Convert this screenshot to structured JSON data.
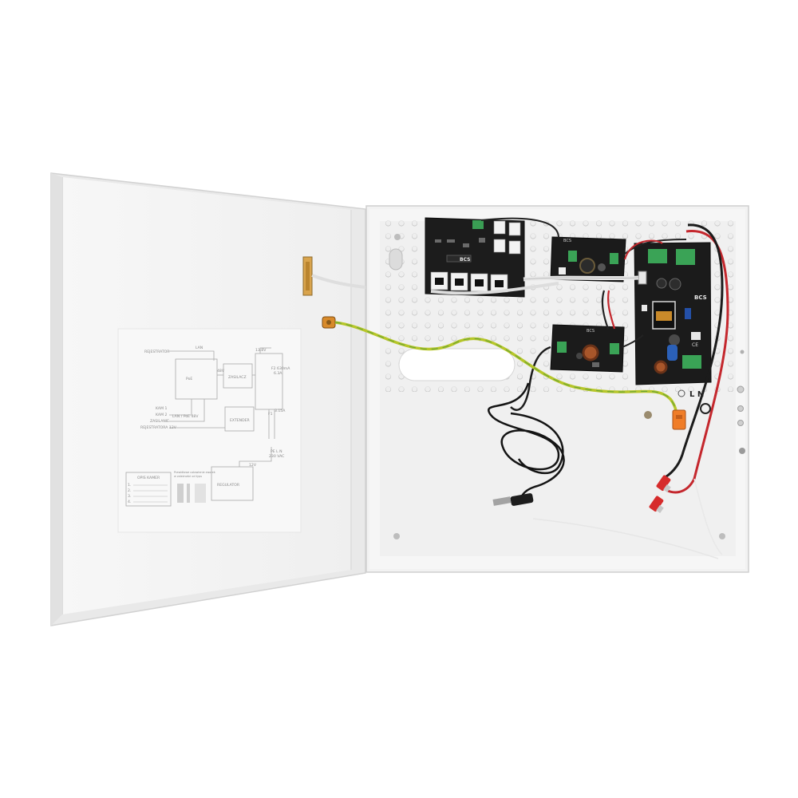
{
  "door_diagram": {
    "labels": {
      "recorder_top": "REJESTRATOR",
      "lan": "LAN",
      "poe_switch": "PoE",
      "power_module": "ZASILACZ",
      "extender": "EXTENDER",
      "cam_1": "KAM 1",
      "cam_2": "KAM 2",
      "lan_poe": "LAN / PoE 48V",
      "supply": "ZASILANIE",
      "recorder_bottom": "REJESTRATORA 12V",
      "fuse_main": "F2 630mA",
      "fuse_main_val": "6.3A",
      "fuse_f1": "F1",
      "fuse_f1_val": "3.15A",
      "pe_ln": "PE L N",
      "mains": "230 VAC",
      "v12": "12V",
      "v48": "48V",
      "v13": "13.8V",
      "regulator": "REGULATOR"
    },
    "legend_title": "OPIS KAMER",
    "legend_rows": [
      "1.",
      "2.",
      "3.",
      "4."
    ],
    "note_title": "Prawidłowe ustawienie zworek",
    "note_sub": "w zależności od typu"
  },
  "boards": {
    "bcs_logo_a": "BCS",
    "bcs_logo_b": "BCS",
    "bcs_logo_c": "BCS",
    "bcs_logo_d": "BCS",
    "ce_mark": "CE"
  },
  "terminal_label": "L N"
}
